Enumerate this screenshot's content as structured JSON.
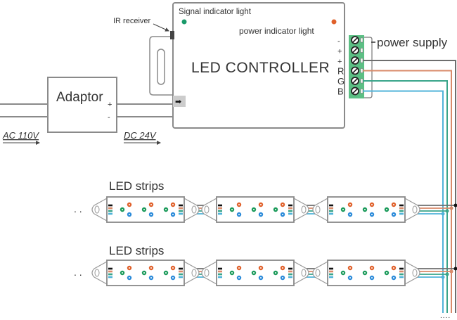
{
  "labels": {
    "ir_receiver": "IR receiver",
    "signal_light": "Signal indicator light",
    "power_light": "power indicator light",
    "controller": "LED CONTROLLER",
    "power_supply": "power supply",
    "adaptor": "Adaptor",
    "plus": "+",
    "minus": "-",
    "ac_input": "AC 110V",
    "dc_output": "DC 24V",
    "strips_1": "LED strips",
    "strips_2": "LED strips",
    "ellipsis_left": ". .",
    "ellipsis_bottom": "...."
  },
  "terminals": [
    "-",
    "+",
    "+",
    "R",
    "G",
    "B"
  ],
  "colors": {
    "line": "#8a8a8a",
    "black_wire": "#6e6e6e",
    "red_wire": "#d98a6a",
    "green_wire": "#3aa58a",
    "blue_wire": "#4fb3d9",
    "terminal_block": "#5cbf84",
    "signal_led": "#1a9a6a",
    "power_led": "#e0602a",
    "led_red": "#e0602a",
    "led_green": "#1a9a5a",
    "led_blue": "#2a8ad9"
  },
  "strip_rows": [
    {
      "label_key": "strips_1",
      "segments": 3
    },
    {
      "label_key": "strips_2",
      "segments": 3
    }
  ]
}
